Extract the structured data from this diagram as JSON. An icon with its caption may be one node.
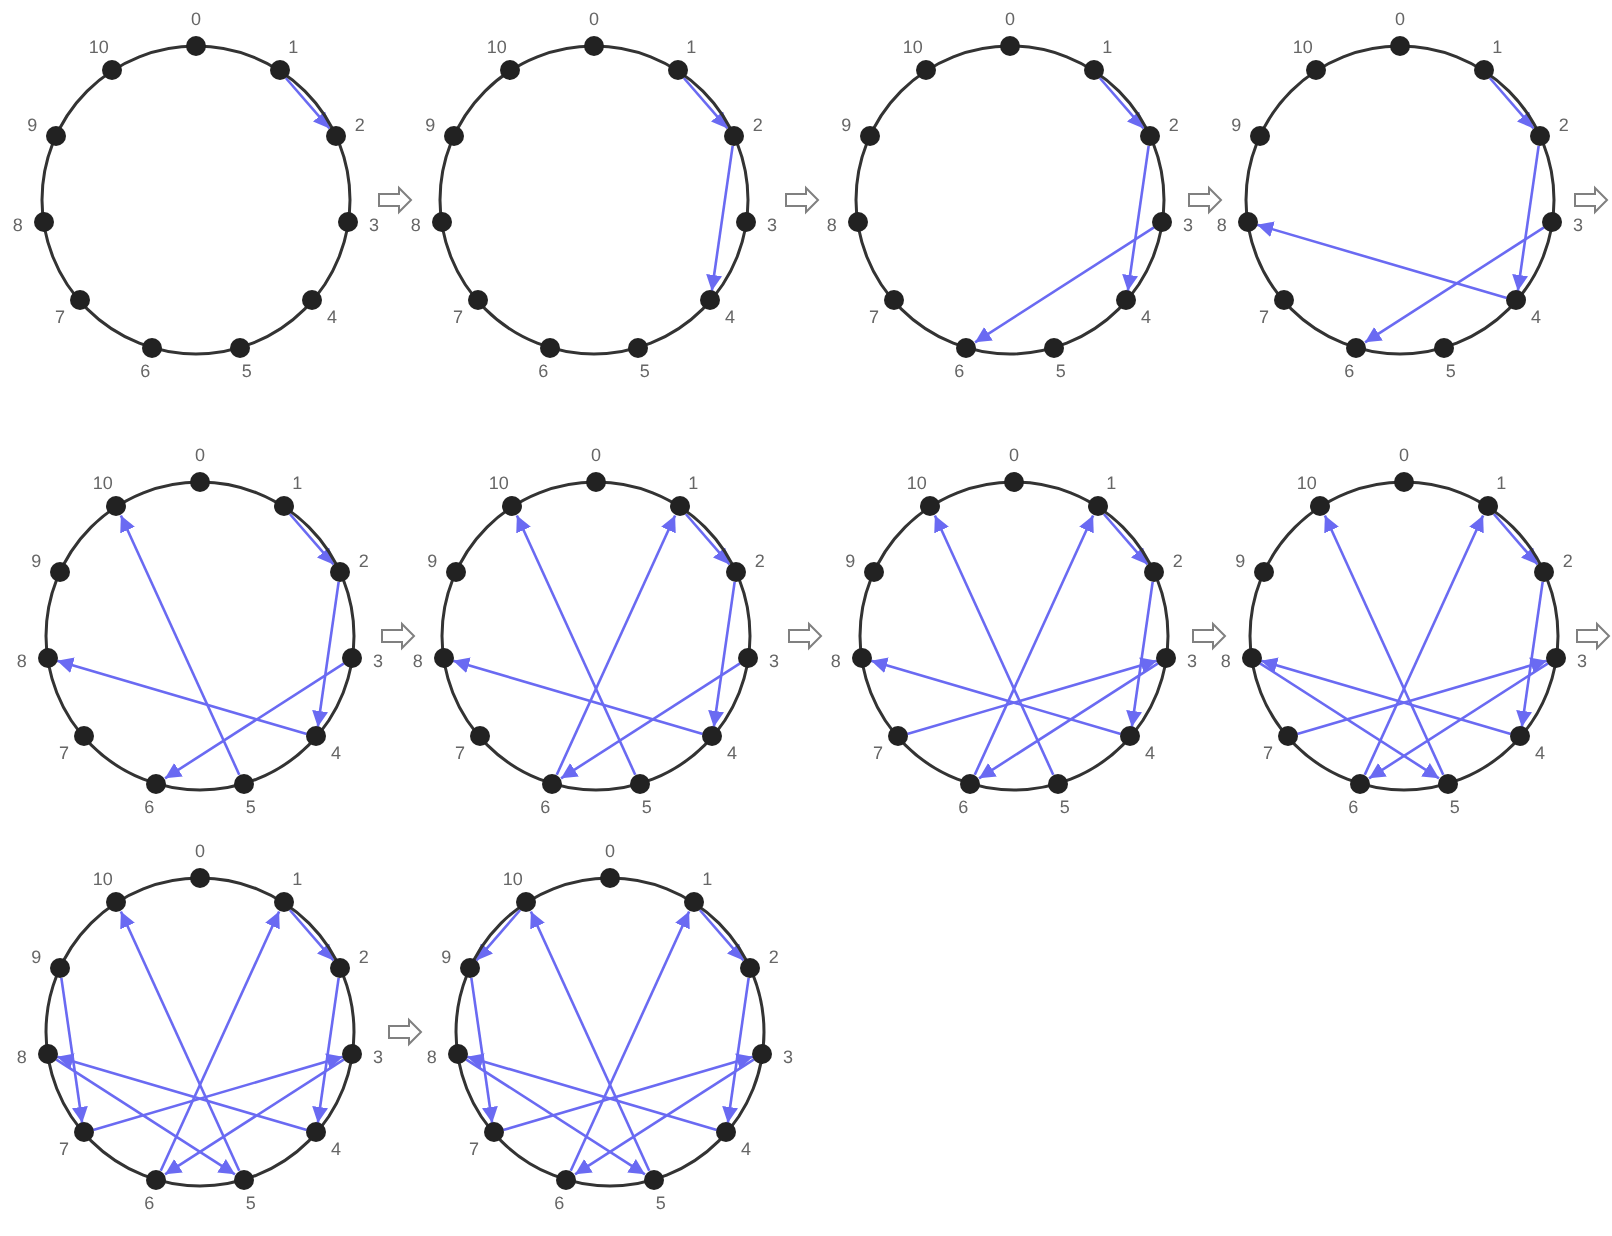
{
  "diagram": {
    "nodes": [
      {
        "text": [],
        "shape": "circle"
      },
      {
        "text": [
          "0"
        ],
        "in": 0
      },
      {
        "text": [
          "1"
        ],
        "in": 0
      },
      {
        "text": [
          "2"
        ],
        "in": 0
      },
      {
        "text": [
          "3"
        ],
        "in": 0
      },
      {
        "text": [
          "4"
        ],
        "in": 0
      },
      {
        "text": [
          "5"
        ],
        "in": 0
      },
      {
        "text": [
          "6"
        ],
        "in": 0
      },
      {
        "text": [
          "7"
        ],
        "in": 0
      },
      {
        "text": [
          "8"
        ],
        "in": 0
      },
      {
        "text": [
          "9"
        ],
        "in": 0
      },
      {
        "text": [
          "10"
        ],
        "in": 0
      },
      {
        "text": [],
        "shape": "circle"
      },
      {
        "text": [
          "0"
        ],
        "in": 12
      },
      {
        "text": [
          "1"
        ],
        "in": 12
      },
      {
        "text": [
          "2"
        ],
        "in": 12
      },
      {
        "text": [
          "3"
        ],
        "in": 12
      },
      {
        "text": [
          "4"
        ],
        "in": 12
      },
      {
        "text": [
          "5"
        ],
        "in": 12
      },
      {
        "text": [
          "6"
        ],
        "in": 12
      },
      {
        "text": [
          "7"
        ],
        "in": 12
      },
      {
        "text": [
          "8"
        ],
        "in": 12
      },
      {
        "text": [
          "9"
        ],
        "in": 12
      },
      {
        "text": [
          "10"
        ],
        "in": 12
      },
      {
        "text": [],
        "shape": "circle"
      },
      {
        "text": [
          "0"
        ],
        "in": 24
      },
      {
        "text": [
          "1"
        ],
        "in": 24
      },
      {
        "text": [
          "2"
        ],
        "in": 24
      },
      {
        "text": [
          "3"
        ],
        "in": 24
      },
      {
        "text": [
          "4"
        ],
        "in": 24
      },
      {
        "text": [
          "5"
        ],
        "in": 24
      },
      {
        "text": [
          "6"
        ],
        "in": 24
      },
      {
        "text": [
          "7"
        ],
        "in": 24
      },
      {
        "text": [
          "8"
        ],
        "in": 24
      },
      {
        "text": [
          "9"
        ],
        "in": 24
      },
      {
        "text": [
          "10"
        ],
        "in": 24
      },
      {
        "text": [],
        "shape": "circle"
      },
      {
        "text": [
          "0"
        ],
        "in": 36
      },
      {
        "text": [
          "1"
        ],
        "in": 36
      },
      {
        "text": [
          "2"
        ],
        "in": 36
      },
      {
        "text": [
          "3"
        ],
        "in": 36
      },
      {
        "text": [
          "4"
        ],
        "in": 36
      },
      {
        "text": [
          "5"
        ],
        "in": 36
      },
      {
        "text": [
          "6"
        ],
        "in": 36
      },
      {
        "text": [
          "7"
        ],
        "in": 36
      },
      {
        "text": [
          "8"
        ],
        "in": 36
      },
      {
        "text": [
          "9"
        ],
        "in": 36
      },
      {
        "text": [
          "10"
        ],
        "in": 36
      },
      {
        "text": [],
        "shape": "circle"
      },
      {
        "text": [
          "0"
        ],
        "in": 48
      },
      {
        "text": [
          "1"
        ],
        "in": 48
      },
      {
        "text": [
          "2"
        ],
        "in": 48
      },
      {
        "text": [
          "3"
        ],
        "in": 48
      },
      {
        "text": [
          "4"
        ],
        "in": 48
      },
      {
        "text": [
          "5"
        ],
        "in": 48
      },
      {
        "text": [
          "6"
        ],
        "in": 48
      },
      {
        "text": [
          "7"
        ],
        "in": 48
      },
      {
        "text": [
          "8"
        ],
        "in": 48
      },
      {
        "text": [
          "9"
        ],
        "in": 48
      },
      {
        "text": [
          "10"
        ],
        "in": 48
      },
      {
        "text": [],
        "shape": "circle"
      },
      {
        "text": [
          "0"
        ],
        "in": 60
      },
      {
        "text": [
          "1"
        ],
        "in": 60
      },
      {
        "text": [
          "2"
        ],
        "in": 60
      },
      {
        "text": [
          "3"
        ],
        "in": 60
      },
      {
        "text": [
          "4"
        ],
        "in": 60
      },
      {
        "text": [
          "5"
        ],
        "in": 60
      },
      {
        "text": [
          "6"
        ],
        "in": 60
      },
      {
        "text": [
          "7"
        ],
        "in": 60
      },
      {
        "text": [
          "8"
        ],
        "in": 60
      },
      {
        "text": [
          "9"
        ],
        "in": 60
      },
      {
        "text": [
          "10"
        ],
        "in": 60
      },
      {
        "text": [],
        "shape": "circle"
      },
      {
        "text": [
          "0"
        ],
        "in": 72
      },
      {
        "text": [
          "1"
        ],
        "in": 72
      },
      {
        "text": [
          "2"
        ],
        "in": 72
      },
      {
        "text": [
          "3"
        ],
        "in": 72
      },
      {
        "text": [
          "4"
        ],
        "in": 72
      },
      {
        "text": [
          "5"
        ],
        "in": 72
      },
      {
        "text": [
          "6"
        ],
        "in": 72
      },
      {
        "text": [
          "7"
        ],
        "in": 72
      },
      {
        "text": [
          "8"
        ],
        "in": 72
      },
      {
        "text": [
          "9"
        ],
        "in": 72
      },
      {
        "text": [
          "10"
        ],
        "in": 72
      },
      {
        "text": [],
        "shape": "circle"
      },
      {
        "text": [
          "0"
        ],
        "in": 84
      },
      {
        "text": [
          "1"
        ],
        "in": 84
      },
      {
        "text": [
          "2"
        ],
        "in": 84
      },
      {
        "text": [
          "3"
        ],
        "in": 84
      },
      {
        "text": [
          "4"
        ],
        "in": 84
      },
      {
        "text": [
          "5"
        ],
        "in": 84
      },
      {
        "text": [
          "6"
        ],
        "in": 84
      },
      {
        "text": [
          "7"
        ],
        "in": 84
      },
      {
        "text": [
          "8"
        ],
        "in": 84
      },
      {
        "text": [
          "9"
        ],
        "in": 84
      },
      {
        "text": [
          "10"
        ],
        "in": 84
      },
      {
        "text": [],
        "shape": "circle"
      },
      {
        "text": [
          "0"
        ],
        "in": 96
      },
      {
        "text": [
          "1"
        ],
        "in": 96
      },
      {
        "text": [
          "2"
        ],
        "in": 96
      },
      {
        "text": [
          "3"
        ],
        "in": 96
      },
      {
        "text": [
          "4"
        ],
        "in": 96
      },
      {
        "text": [
          "5"
        ],
        "in": 96
      },
      {
        "text": [
          "6"
        ],
        "in": 96
      },
      {
        "text": [
          "7"
        ],
        "in": 96
      },
      {
        "text": [
          "8"
        ],
        "in": 96
      },
      {
        "text": [
          "9"
        ],
        "in": 96
      },
      {
        "text": [
          "10"
        ],
        "in": 96
      },
      {
        "text": [],
        "shape": "circle"
      },
      {
        "text": [
          "0"
        ],
        "in": 108
      },
      {
        "text": [
          "1"
        ],
        "in": 108
      },
      {
        "text": [
          "2"
        ],
        "in": 108
      },
      {
        "text": [
          "3"
        ],
        "in": 108
      },
      {
        "text": [
          "4"
        ],
        "in": 108
      },
      {
        "text": [
          "5"
        ],
        "in": 108
      },
      {
        "text": [
          "6"
        ],
        "in": 108
      },
      {
        "text": [
          "7"
        ],
        "in": 108
      },
      {
        "text": [
          "8"
        ],
        "in": 108
      },
      {
        "text": [
          "9"
        ],
        "in": 108
      },
      {
        "text": [
          "10"
        ],
        "in": 108
      }
    ],
    "edges": [
      {
        "from": 2,
        "to": 3,
        "arrow": "to"
      },
      {
        "from": 0,
        "to": 12,
        "arrow": "to",
        "color": "#808080"
      },
      {
        "from": 14,
        "to": 15,
        "arrow": "to"
      },
      {
        "from": 15,
        "to": 17,
        "arrow": "to"
      },
      {
        "from": 12,
        "to": 24,
        "arrow": "to",
        "color": "#808080"
      },
      {
        "from": 26,
        "to": 27,
        "arrow": "to"
      },
      {
        "from": 27,
        "to": 29,
        "arrow": "to"
      },
      {
        "from": 28,
        "to": 31,
        "arrow": "to"
      },
      {
        "from": 24,
        "to": 36,
        "arrow": "to",
        "color": "#808080"
      },
      {
        "from": 38,
        "to": 39,
        "arrow": "to"
      },
      {
        "from": 39,
        "to": 41,
        "arrow": "to"
      },
      {
        "from": 40,
        "to": 43,
        "arrow": "to"
      },
      {
        "from": 41,
        "to": 45,
        "arrow": "to"
      },
      {
        "from": 36,
        "to": null,
        "arrow": "to",
        "color": "#808080"
      },
      {
        "from": 50,
        "to": 51,
        "arrow": "to"
      },
      {
        "from": 51,
        "to": 53,
        "arrow": "to"
      },
      {
        "from": 52,
        "to": 55,
        "arrow": "to"
      },
      {
        "from": 53,
        "to": 57,
        "arrow": "to"
      },
      {
        "from": 54,
        "to": 59,
        "arrow": "to"
      },
      {
        "from": 48,
        "to": 60,
        "arrow": "to",
        "color": "#808080"
      },
      {
        "from": 62,
        "to": 63,
        "arrow": "to"
      },
      {
        "from": 63,
        "to": 65,
        "arrow": "to"
      },
      {
        "from": 64,
        "to": 67,
        "arrow": "to"
      },
      {
        "from": 65,
        "to": 69,
        "arrow": "to"
      },
      {
        "from": 66,
        "to": 71,
        "arrow": "to"
      },
      {
        "from": 67,
        "to": 62,
        "arrow": "to"
      },
      {
        "from": 60,
        "to": 72,
        "arrow": "to",
        "color": "#808080"
      },
      {
        "from": 74,
        "to": 75,
        "arrow": "to"
      },
      {
        "from": 75,
        "to": 77,
        "arrow": "to"
      },
      {
        "from": 76,
        "to": 79,
        "arrow": "to"
      },
      {
        "from": 77,
        "to": 81,
        "arrow": "to"
      },
      {
        "from": 78,
        "to": 83,
        "arrow": "to"
      },
      {
        "from": 79,
        "to": 74,
        "arrow": "to"
      },
      {
        "from": 80,
        "to": 76,
        "arrow": "to"
      },
      {
        "from": 72,
        "to": 84,
        "arrow": "to",
        "color": "#808080"
      },
      {
        "from": 86,
        "to": 87,
        "arrow": "to"
      },
      {
        "from": 87,
        "to": 89,
        "arrow": "to"
      },
      {
        "from": 88,
        "to": 91,
        "arrow": "to"
      },
      {
        "from": 89,
        "to": 93,
        "arrow": "to"
      },
      {
        "from": 90,
        "to": 95,
        "arrow": "to"
      },
      {
        "from": 91,
        "to": 86,
        "arrow": "to"
      },
      {
        "from": 92,
        "to": 88,
        "arrow": "to"
      },
      {
        "from": 93,
        "to": 90,
        "arrow": "to"
      },
      {
        "from": 84,
        "to": null,
        "arrow": "to",
        "color": "#808080"
      },
      {
        "from": 98,
        "to": 99,
        "arrow": "to"
      },
      {
        "from": 99,
        "to": 101,
        "arrow": "to"
      },
      {
        "from": 100,
        "to": 103,
        "arrow": "to"
      },
      {
        "from": 101,
        "to": 105,
        "arrow": "to"
      },
      {
        "from": 102,
        "to": 107,
        "arrow": "to"
      },
      {
        "from": 103,
        "to": 98,
        "arrow": "to"
      },
      {
        "from": 104,
        "to": 100,
        "arrow": "to"
      },
      {
        "from": 105,
        "to": 102,
        "arrow": "to"
      },
      {
        "from": 106,
        "to": 104,
        "arrow": "to"
      },
      {
        "from": 96,
        "to": 108,
        "arrow": "to",
        "color": "#808080"
      },
      {
        "from": 110,
        "to": 111,
        "arrow": "to"
      },
      {
        "from": 111,
        "to": 113,
        "arrow": "to"
      },
      {
        "from": 112,
        "to": 115,
        "arrow": "to"
      },
      {
        "from": 113,
        "to": 117,
        "arrow": "to"
      },
      {
        "from": 114,
        "to": 119,
        "arrow": "to"
      },
      {
        "from": 115,
        "to": 110,
        "arrow": "to"
      },
      {
        "from": 116,
        "to": 112,
        "arrow": "to"
      },
      {
        "from": 117,
        "to": 114,
        "arrow": "to"
      },
      {
        "from": 118,
        "to": 116,
        "arrow": "to"
      },
      {
        "from": 119,
        "to": 118,
        "arrow": "to"
      }
    ]
  }
}
